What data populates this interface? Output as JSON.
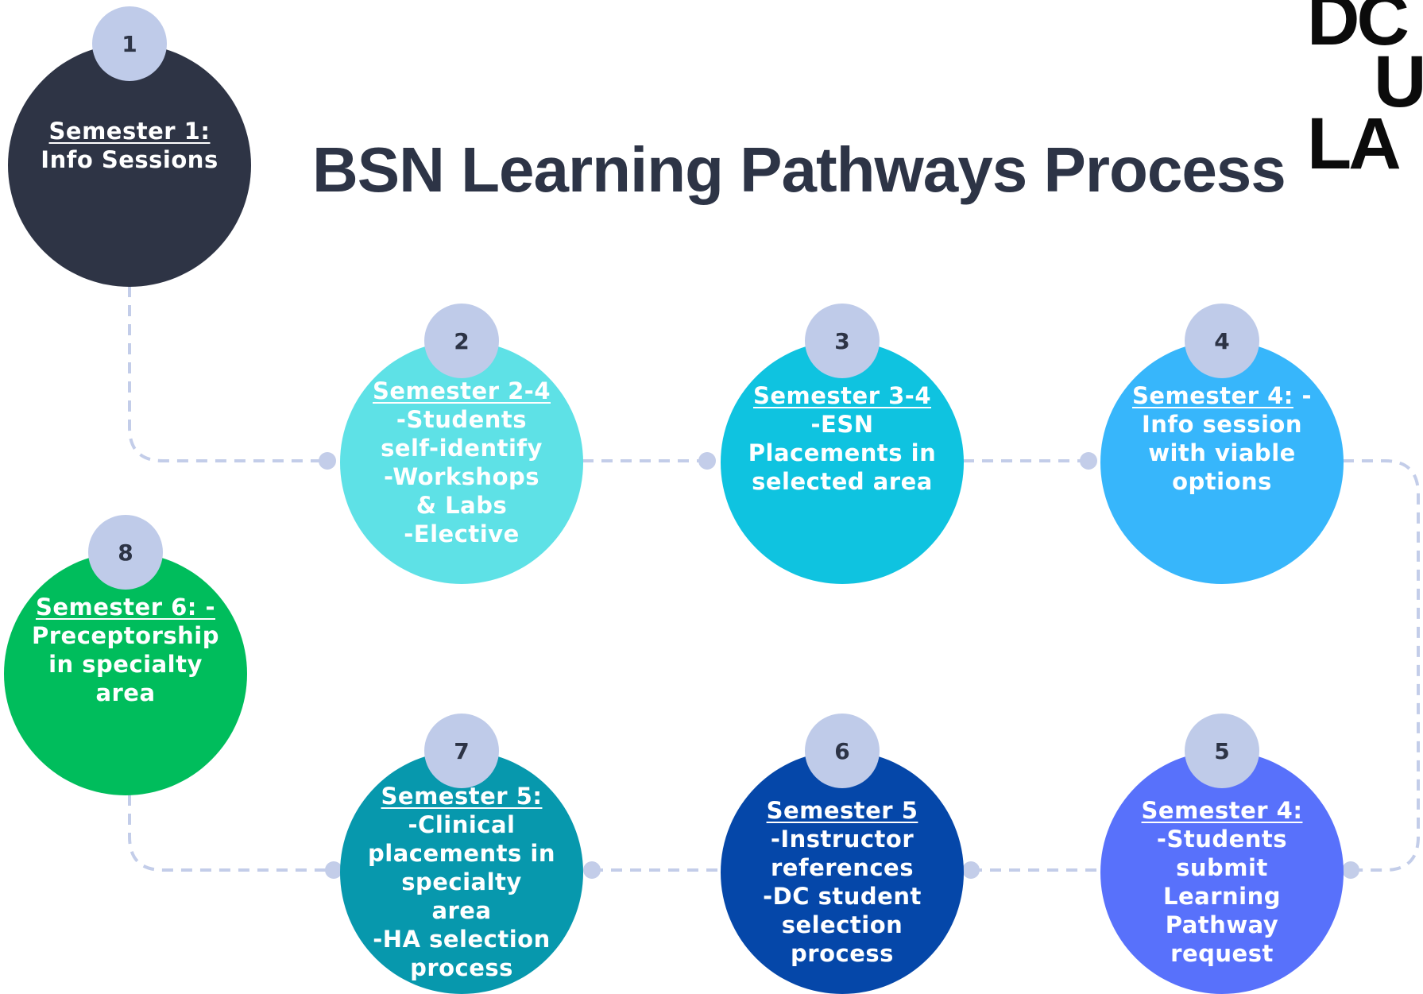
{
  "title": "BSN Learning Pathways Process",
  "logo": {
    "line1": "DC",
    "line2": "U",
    "line3": "LA"
  },
  "colors": {
    "title": "#2d3446",
    "badge": "#bfcbe9",
    "connector": "#c3cde9",
    "step1": "#2e3445",
    "step2": "#5ee1e6",
    "step3": "#0fc3e0",
    "step4": "#37b6fb",
    "step5": "#5871fb",
    "step6": "#0547a9",
    "step7": "#0798ad",
    "step8": "#00bd5c"
  },
  "steps": [
    {
      "number": "1",
      "heading": "Semester 1:",
      "lines": [
        "Info Sessions"
      ]
    },
    {
      "number": "2",
      "heading": "Semester 2-4",
      "lines": [
        "-Students",
        "self-identify",
        "-Workshops",
        "& Labs",
        "-Elective"
      ]
    },
    {
      "number": "3",
      "heading": "Semester 3-4",
      "lines": [
        "-ESN",
        "Placements in",
        "selected area"
      ]
    },
    {
      "number": "4",
      "heading": "Semester 4:",
      "heading_suffix": " -",
      "lines": [
        "Info session",
        "with viable",
        "options"
      ]
    },
    {
      "number": "5",
      "heading": "Semester 4:",
      "lines": [
        "-Students",
        "submit",
        "Learning",
        "Pathway",
        "request"
      ]
    },
    {
      "number": "6",
      "heading": "Semester 5",
      "lines": [
        "-Instructor",
        "references",
        "-DC student",
        "selection",
        "process"
      ]
    },
    {
      "number": "7",
      "heading": "Semester 5:",
      "lines": [
        "-Clinical",
        "placements in",
        "specialty",
        "area",
        "-HA selection",
        "process"
      ]
    },
    {
      "number": "8",
      "heading": "Semester 6: -",
      "lines": [
        "Preceptorship",
        "in specialty",
        "area"
      ]
    }
  ]
}
